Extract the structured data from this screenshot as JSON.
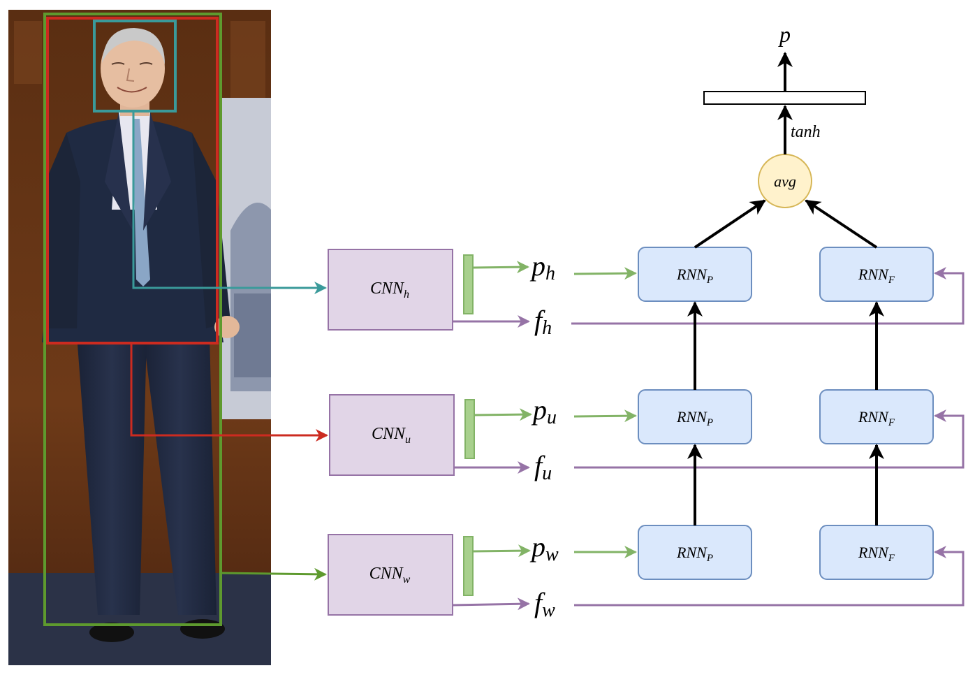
{
  "photo": {
    "subject": "person-standing",
    "box_colors": {
      "head": "#3a9a9a",
      "upper": "#cc2b20",
      "whole": "#5e9a2e"
    }
  },
  "cnn": {
    "head": {
      "base": "CNN",
      "sub": "h"
    },
    "upper": {
      "base": "CNN",
      "sub": "u"
    },
    "whole": {
      "base": "CNN",
      "sub": "w"
    }
  },
  "features": {
    "p_h": {
      "base": "p",
      "sub": "h"
    },
    "f_h": {
      "base": "f",
      "sub": "h"
    },
    "p_u": {
      "base": "p",
      "sub": "u"
    },
    "f_u": {
      "base": "f",
      "sub": "u"
    },
    "p_w": {
      "base": "p",
      "sub": "w"
    },
    "f_w": {
      "base": "f",
      "sub": "w"
    }
  },
  "rnn": {
    "p_base": "RNN",
    "p_sub": "P",
    "f_base": "RNN",
    "f_sub": "F"
  },
  "avg": "avg",
  "activation": "tanh",
  "output": "p",
  "colors": {
    "cnn_fill": "#e1d5e7",
    "cnn_stroke": "#9673a6",
    "rnn_fill": "#dae8fc",
    "rnn_stroke": "#6c8ebf",
    "avg_fill": "#fff2cc",
    "avg_stroke": "#d6b656",
    "green_arrow": "#82b366",
    "purple_arrow": "#9673a6",
    "feat_fill": "#a8d08d",
    "feat_stroke": "#82b366"
  }
}
